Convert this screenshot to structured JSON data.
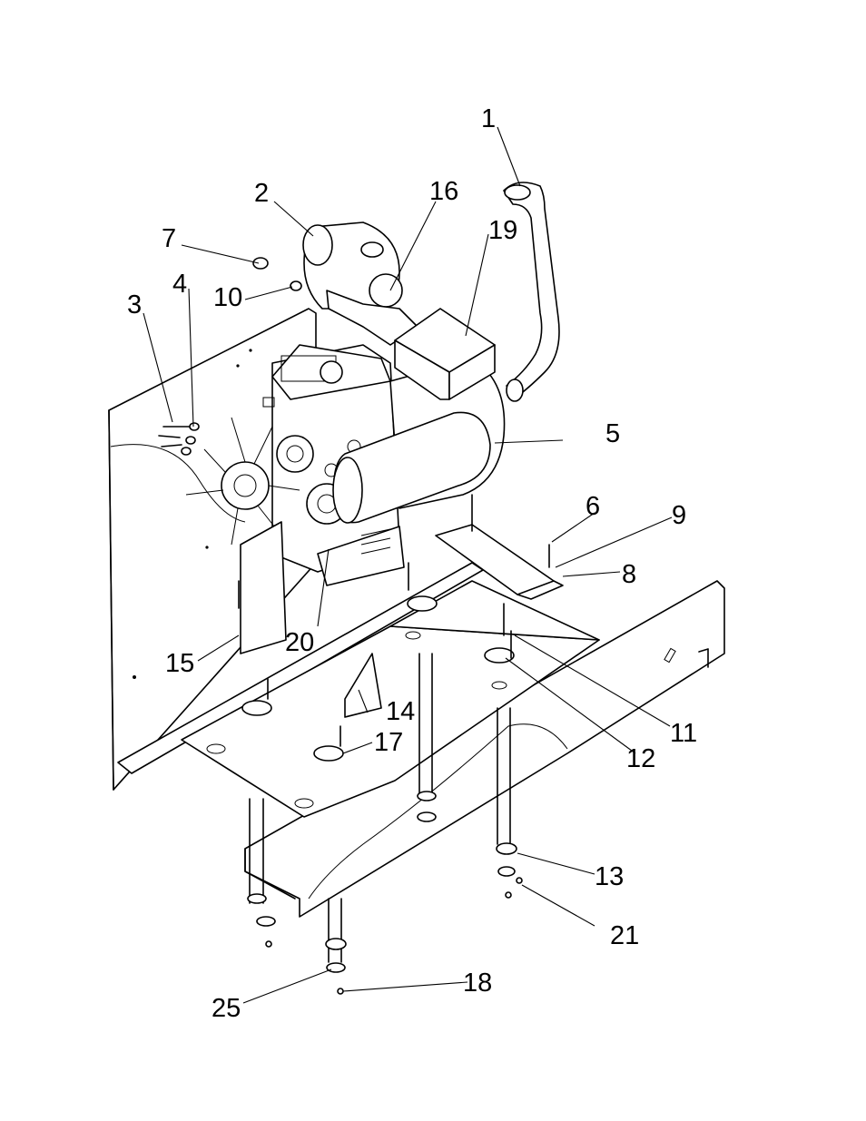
{
  "callouts": {
    "c1": "1",
    "c2": "2",
    "c3": "3",
    "c4": "4",
    "c5": "5",
    "c6": "6",
    "c7": "7",
    "c8": "8",
    "c9": "9",
    "c10": "10",
    "c11": "11",
    "c12": "12",
    "c13": "13",
    "c14": "14",
    "c15": "15",
    "c16": "16",
    "c17": "17",
    "c18": "18",
    "c19": "19",
    "c20": "20",
    "c21": "21",
    "c25": "25"
  }
}
